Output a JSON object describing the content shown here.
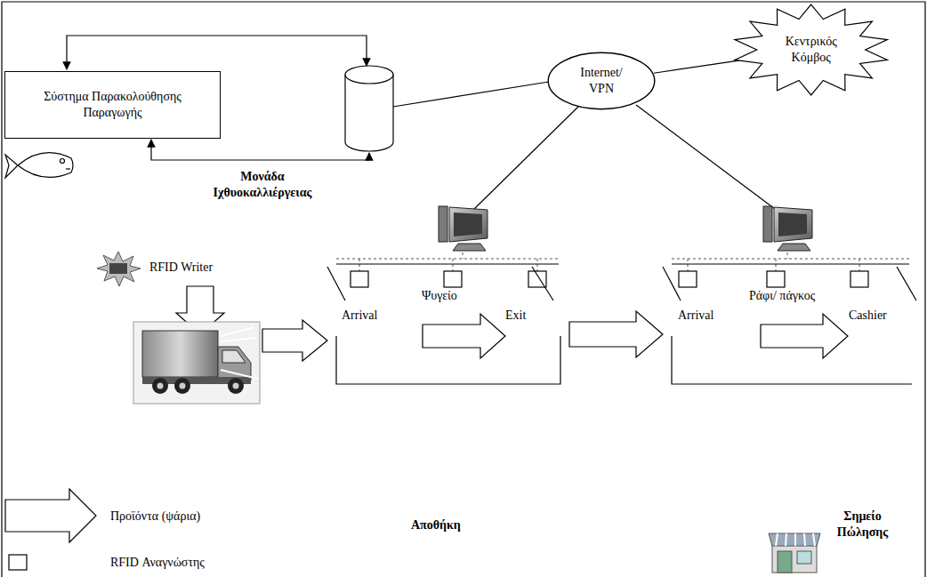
{
  "diagram": {
    "nodes": [
      {
        "text": [
          "Σύστημα Παρακολούθησης Παραγωγής"
        ]
      },
      {
        "text": [
          "Internet/ VPN"
        ]
      },
      {
        "text": [
          "Κεντρικός Κόμβος"
        ]
      }
    ],
    "edges": [
      {
        "from": 1,
        "to": 2,
        "arrow": "none"
      }
    ],
    "labels": [
      "Μονάδα Ιχθυοκαλλιέργειας",
      "RFID Writer",
      "Arrival",
      "Ψυγείο",
      "Exit",
      "Arrival",
      "Ράφι/ πάγκος",
      "Cashier",
      "Αποθήκη",
      "Σημείο Πώλησης"
    ],
    "legend": [
      {
        "text": "Προϊόντα (ψάρια)"
      },
      {
        "text": "RFID Αναγνώστης"
      }
    ]
  }
}
